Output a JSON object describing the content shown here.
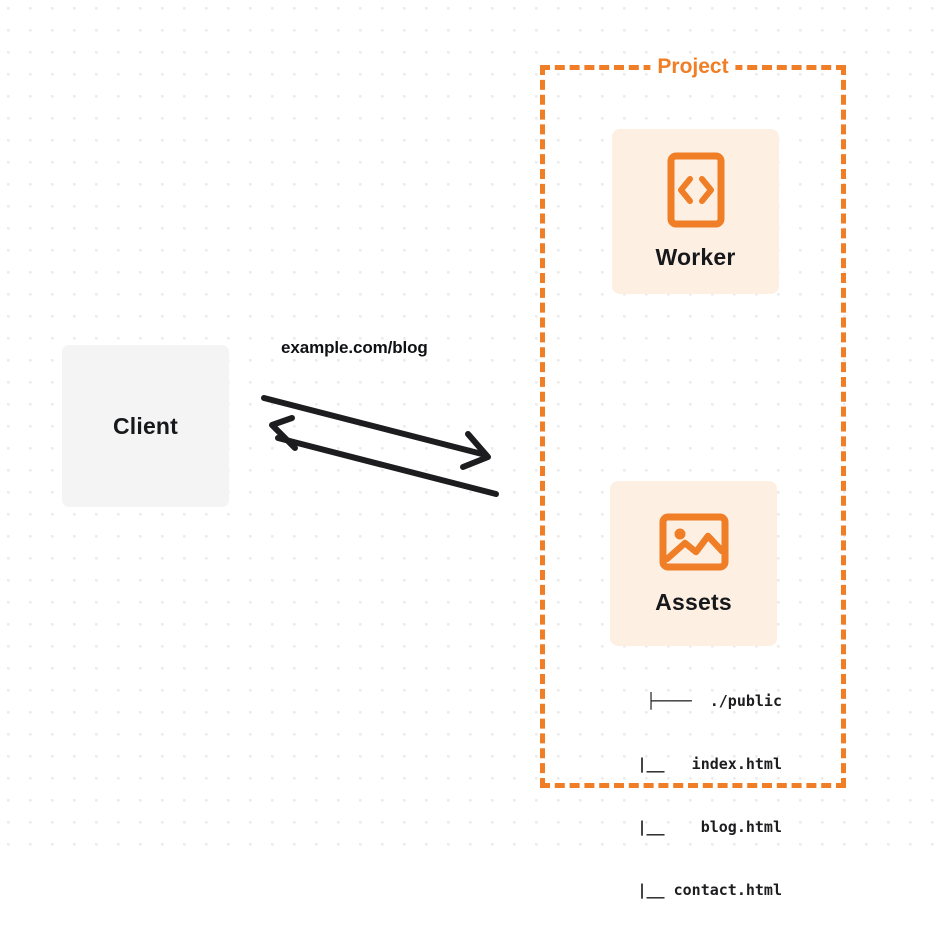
{
  "diagram": {
    "type": "architecture-flow",
    "background": {
      "color": "#ffffff",
      "dot_color": "#ebebeb",
      "pattern": "dot-grid"
    },
    "colors": {
      "accent_orange": "#ef7e26",
      "card_fill": "#fdf0e3",
      "client_fill": "#f4f4f5",
      "text_dark": "#17181b",
      "arrow": "#1d1d1f"
    }
  },
  "client": {
    "label": "Client"
  },
  "edge": {
    "label": "example.com/blog",
    "direction": "bidirectional"
  },
  "project": {
    "title": "Project",
    "border_style": "dashed",
    "nodes": [
      {
        "id": "worker",
        "label": "Worker",
        "icon": "code-brackets-icon"
      },
      {
        "id": "assets",
        "label": "Assets",
        "icon": "image-icon"
      }
    ]
  },
  "file_tree": {
    "rows": [
      "├────  ./public",
      "   |__   index.html",
      "   |__    blog.html",
      "   |__ contact.html"
    ],
    "entries": [
      {
        "name": "./public",
        "type": "directory"
      },
      {
        "name": "index.html",
        "type": "file"
      },
      {
        "name": "blog.html",
        "type": "file"
      },
      {
        "name": "contact.html",
        "type": "file"
      }
    ]
  }
}
